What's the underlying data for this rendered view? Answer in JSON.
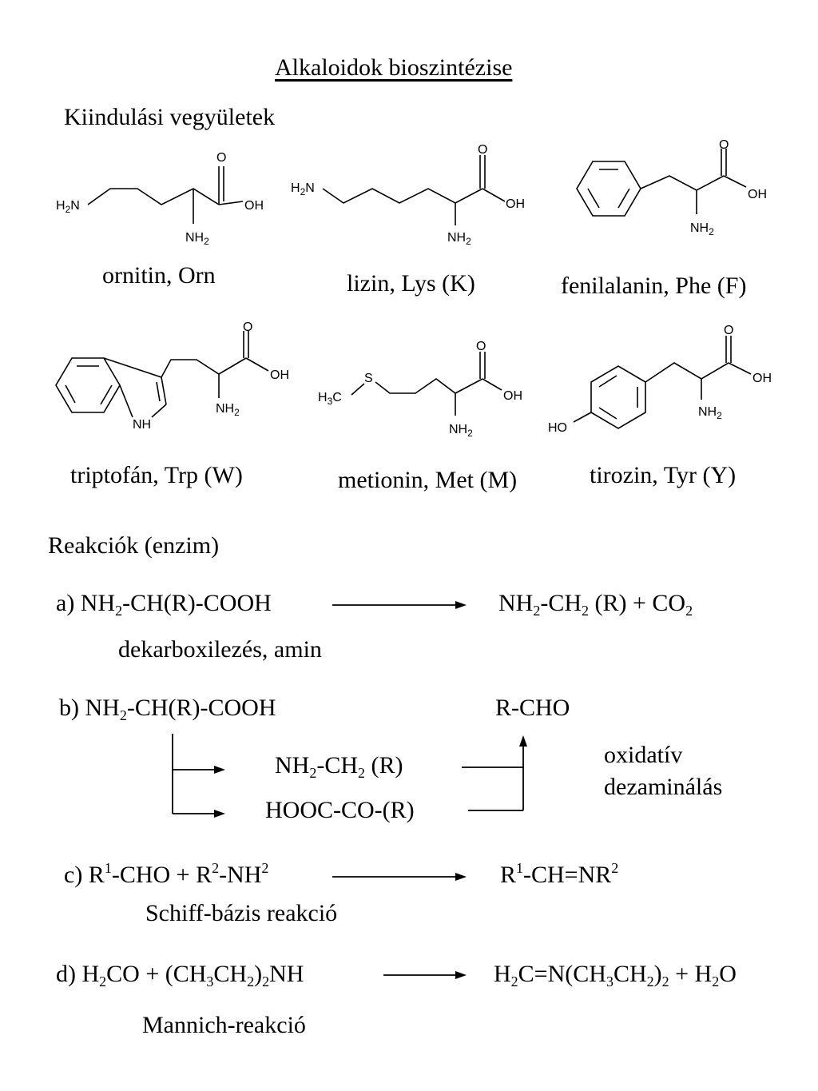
{
  "title": "Alkaloidok bioszintézise",
  "starting_header": "Kiindulási vegyületek",
  "compounds": [
    {
      "name": "ornitin, Orn"
    },
    {
      "name": "lizin, Lys (K)"
    },
    {
      "name": "fenilalanin, Phe (F)"
    },
    {
      "name": "triptofán, Trp (W)"
    },
    {
      "name": "metionin, Met (M)"
    },
    {
      "name": "tirozin, Tyr (Y)"
    }
  ],
  "atoms": {
    "o": "O",
    "oh": "OH",
    "ho": "HO",
    "nh": "NH",
    "s": "S",
    "h2n_h": "H",
    "h2n_2": "2",
    "h2n_n": "N",
    "nh2_nh": "NH",
    "nh2_2": "2",
    "h3c_h": "H",
    "h3c_3": "3",
    "h3c_c": "C"
  },
  "reactions_header": "Reakciók (enzim)",
  "reactions": {
    "a": {
      "l_pre": "a) NH",
      "l_s1": "2",
      "l_post": "-CH(R)-COOH",
      "r_pre": "NH",
      "r_s1": "2",
      "r_mid": "-CH",
      "r_s2": "2",
      "r_mid2": " (R) + CO",
      "r_s3": "2",
      "label": "dekarboxilezés, amin"
    },
    "b": {
      "l_pre": "b) NH",
      "l_s1": "2",
      "l_post": "-CH(R)-COOH",
      "product": "R-CHO",
      "m1_pre": "NH",
      "m1_s1": "2",
      "m1_mid": "-CH",
      "m1_s2": "2",
      "m1_post": " (R)",
      "m2": "HOOC-CO-(R)",
      "label1": "oxidatív",
      "label2": "dezaminálás"
    },
    "c": {
      "l_pre": "c) R",
      "l_p1": "1",
      "l_mid": "-CHO + R",
      "l_p2": "2",
      "l_mid2": "-NH",
      "l_p3": "2",
      "r_pre": "R",
      "r_p1": "1",
      "r_mid": "-CH=NR",
      "r_p2": "2",
      "label": "Schiff-bázis reakció"
    },
    "d": {
      "l_pre": "d) H",
      "l_s1": "2",
      "l_mid": "CO + (CH",
      "l_s2": "3",
      "l_mid2": "CH",
      "l_s3": "2",
      "l_mid3": ")",
      "l_s4": "2",
      "l_post": "NH",
      "r_pre": "H",
      "r_s1": "2",
      "r_mid": "C=N(CH",
      "r_s2": "3",
      "r_mid2": "CH",
      "r_s3": "2",
      "r_mid3": ")",
      "r_s4": "2",
      "r_mid4": " + H",
      "r_s5": "2",
      "r_post": "O",
      "label": "Mannich-reakció"
    }
  }
}
